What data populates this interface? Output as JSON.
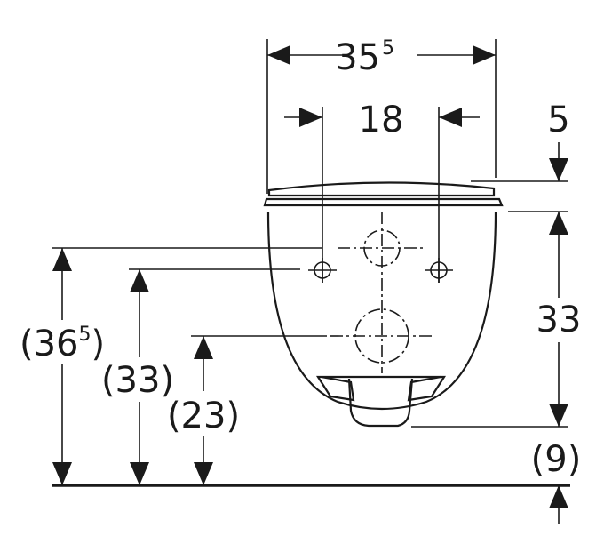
{
  "dimensions": {
    "width_top": {
      "main": "35",
      "sup": "5"
    },
    "bolt_spacing": "18",
    "seat_thickness": "5",
    "height_bowl": "33",
    "floor_gap": "(9)",
    "total_height": {
      "main": "(36",
      "sup": "5",
      "close": ")"
    },
    "bolt_height": "(33)",
    "drain_height": "(23)"
  },
  "colors": {
    "line": "#1a1a1a",
    "background": "#ffffff"
  }
}
